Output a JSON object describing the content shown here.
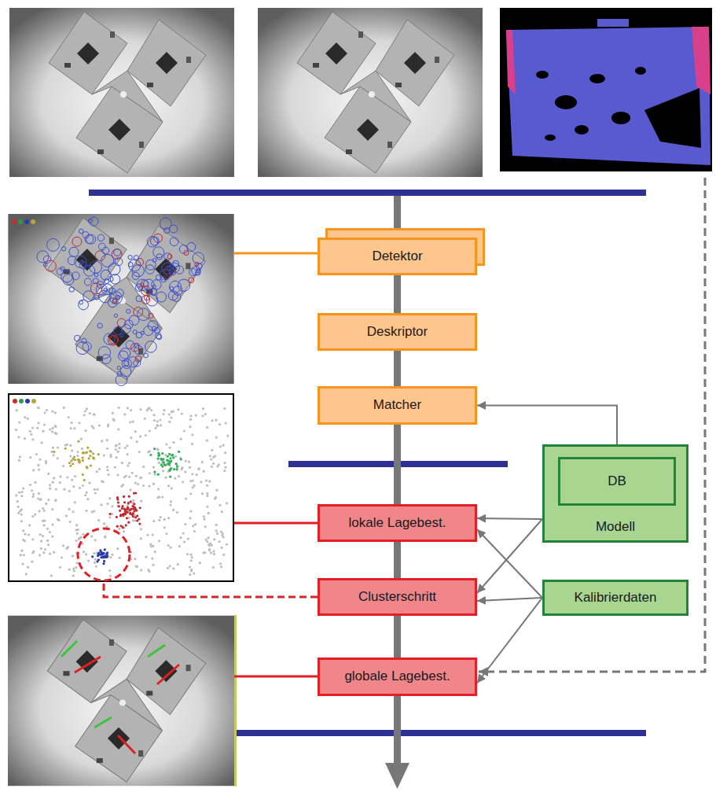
{
  "diagram": {
    "nodes": [
      {
        "text": [
          "Detektor"
        ]
      },
      {
        "text": [
          "Deskriptor"
        ]
      },
      {
        "text": [
          "Matcher"
        ]
      },
      {
        "text": [
          "Modell"
        ]
      },
      {
        "text": [
          "DB"
        ],
        "in": 3
      },
      {
        "text": [
          "lokale Lagebest."
        ]
      },
      {
        "text": [
          "Clusterschritt"
        ]
      },
      {
        "text": [
          "Kalibrierdaten"
        ]
      },
      {
        "text": [
          "globale Lagebest."
        ]
      }
    ],
    "edges": [
      {
        "from": 0,
        "to": 1,
        "arrow": "none"
      },
      {
        "from": 1,
        "to": 2,
        "arrow": "none"
      },
      {
        "from": 2,
        "to": 5,
        "arrow": "none"
      },
      {
        "from": 5,
        "to": 6,
        "arrow": "none"
      },
      {
        "from": 6,
        "to": 8,
        "arrow": "none"
      },
      {
        "from": 4,
        "to": 2,
        "arrow": "to"
      },
      {
        "from": 3,
        "to": 5,
        "arrow": "to"
      },
      {
        "from": 3,
        "to": 6,
        "arrow": "to"
      },
      {
        "from": 7,
        "to": 5,
        "arrow": "to"
      },
      {
        "from": 7,
        "to": 6,
        "arrow": "to"
      },
      {
        "from": 7,
        "to": 8,
        "arrow": "to"
      }
    ]
  }
}
